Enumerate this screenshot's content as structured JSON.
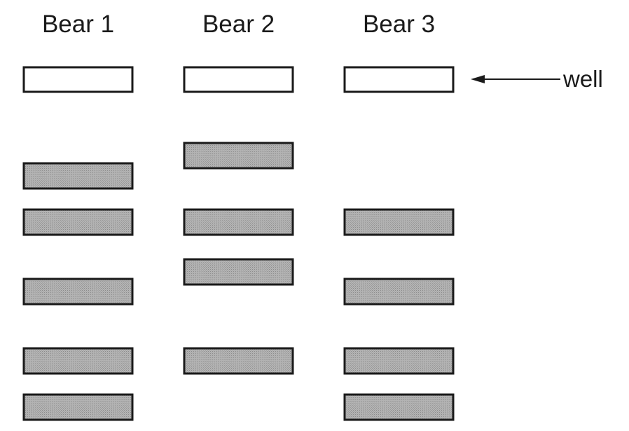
{
  "lanes": [
    {
      "label": "Bear 1",
      "band_levels": [
        2,
        3,
        4,
        5,
        6
      ]
    },
    {
      "label": "Bear 2",
      "band_levels": [
        1,
        3,
        4,
        5
      ]
    },
    {
      "label": "Bear 3",
      "band_levels": [
        3,
        4,
        5,
        6
      ]
    }
  ],
  "well_label": "well",
  "colors": {
    "outline": "#1a1a1a",
    "band_fill": "#a6a6a6",
    "well_fill": "#ffffff"
  }
}
